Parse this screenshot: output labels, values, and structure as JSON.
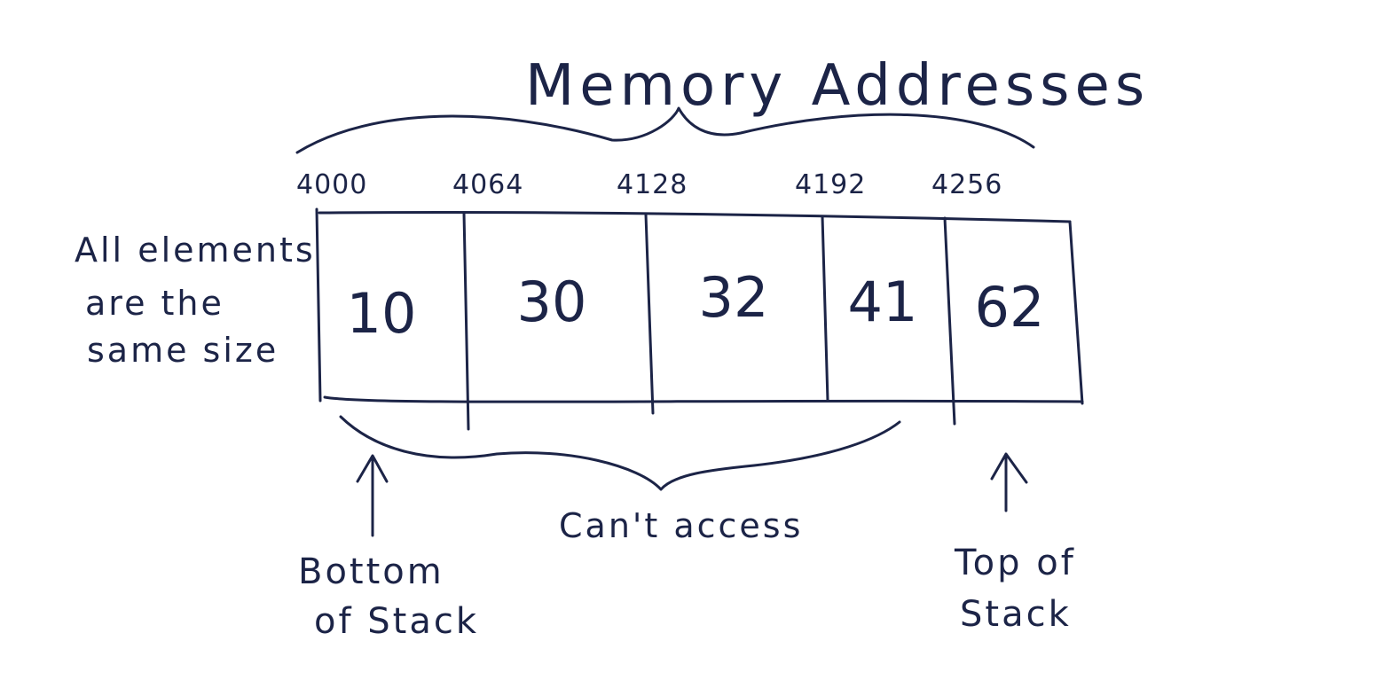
{
  "title": "Memory Addresses",
  "addresses": [
    "4000",
    "4064",
    "4128",
    "4192",
    "4256"
  ],
  "values": [
    "10",
    "30",
    "32",
    "41",
    "62"
  ],
  "side_note": {
    "lines": [
      "All elements",
      "are the",
      "same size"
    ]
  },
  "bottom_label": {
    "lines": [
      "Bottom",
      "of Stack"
    ]
  },
  "top_label": {
    "lines": [
      "Top of",
      "Stack"
    ]
  },
  "cant_access": "Can't access",
  "colors": {
    "ink": "#1c2447",
    "background": "#ffffff"
  }
}
